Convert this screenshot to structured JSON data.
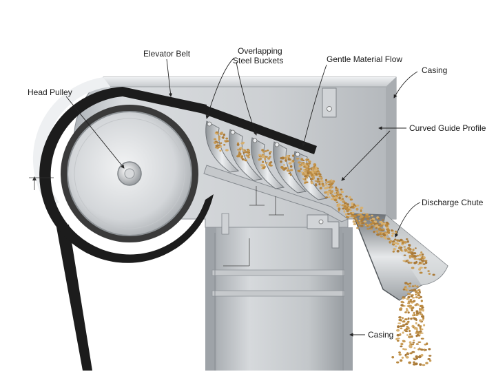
{
  "labels": {
    "elevator_belt": "Elevator Belt",
    "overlapping_buckets_line1": "Overlapping",
    "overlapping_buckets_line2": "Steel Buckets",
    "gentle_material_flow": "Gentle Material Flow",
    "casing_top": "Casing",
    "head_pulley": "Head Pulley",
    "curved_guide_profile": "Curved Guide Profile",
    "discharge_chute": "Discharge Chute",
    "casing_bottom": "Casing"
  },
  "colors": {
    "steel_light": "#e4e6e8",
    "steel_mid": "#b9bdc1",
    "steel_dark": "#7c8186",
    "belt": "#1c1c1c",
    "grain": "#c79a55",
    "leader": "#222222"
  },
  "icons": [
    "head-pulley-hub-icon",
    "bolt-icon"
  ]
}
